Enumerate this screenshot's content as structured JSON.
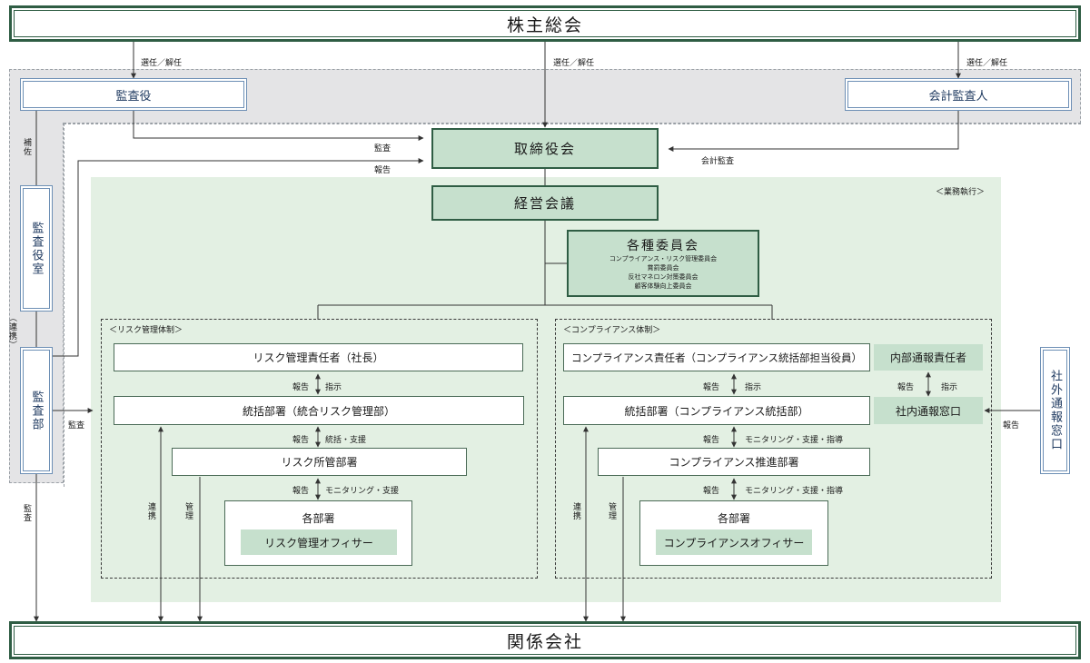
{
  "top": {
    "label": "株主総会"
  },
  "bottom": {
    "label": "関係会社"
  },
  "auditors": {
    "label": "監査役"
  },
  "accounting_auditor": {
    "label": "会計監査人"
  },
  "board": {
    "label": "取締役会"
  },
  "management_meeting": {
    "label": "経営会議"
  },
  "committees": {
    "title": "各種委員会",
    "items": [
      "コンプライアンス・リスク管理委員会",
      "賞罰委員会",
      "反社マネロン対策委員会",
      "顧客体験向上委員会"
    ]
  },
  "audit_office": {
    "label": "監査役室"
  },
  "audit_dept": {
    "label": "監査部"
  },
  "external_window": {
    "label": "社外通報窓口"
  },
  "business_execution": {
    "label": "＜業務執行＞"
  },
  "risk_panel": {
    "title": "＜リスク管理体制＞",
    "officer": "リスク管理責任者（社長）",
    "hq": "統括部署（統合リスク管理部）",
    "dept": "リスク所管部署",
    "each_dept": "各部署",
    "each_officer": "リスク管理オフィサー",
    "link1_left": "報告",
    "link1_right": "指示",
    "link2_left": "報告",
    "link2_right": "統括・支援",
    "link3_left": "報告",
    "link3_right": "モニタリング・支援",
    "v_coop": "連携",
    "v_manage": "管理"
  },
  "comp_panel": {
    "title": "＜コンプライアンス体制＞",
    "officer": "コンプライアンス責任者（コンプライアンス統括部担当役員）",
    "hq": "統括部署（コンプライアンス統括部）",
    "dept": "コンプライアンス推進部署",
    "each_dept": "各部署",
    "each_officer": "コンプライアンスオフィサー",
    "whistle_officer": "内部通報責任者",
    "whistle_window": "社内通報窓口",
    "link1_left": "報告",
    "link1_right": "指示",
    "link2_left": "報告",
    "link2_right": "モニタリング・支援・指導",
    "link3_left": "報告",
    "link3_right": "モニタリング・支援・指導",
    "link_w_left": "報告",
    "link_w_right": "指示",
    "v_coop": "連携",
    "v_manage": "管理"
  },
  "labels": {
    "elect1": "選任／解任",
    "elect2": "選任／解任",
    "elect3": "選任／解任",
    "audit_to_board": "監査",
    "report_to_board": "報告",
    "accounting_audit": "会計監査",
    "assist": "補佐",
    "coop": "（連携）",
    "audit_dept_audit": "監査",
    "audit_down": "監査",
    "ext_report": "報告"
  }
}
